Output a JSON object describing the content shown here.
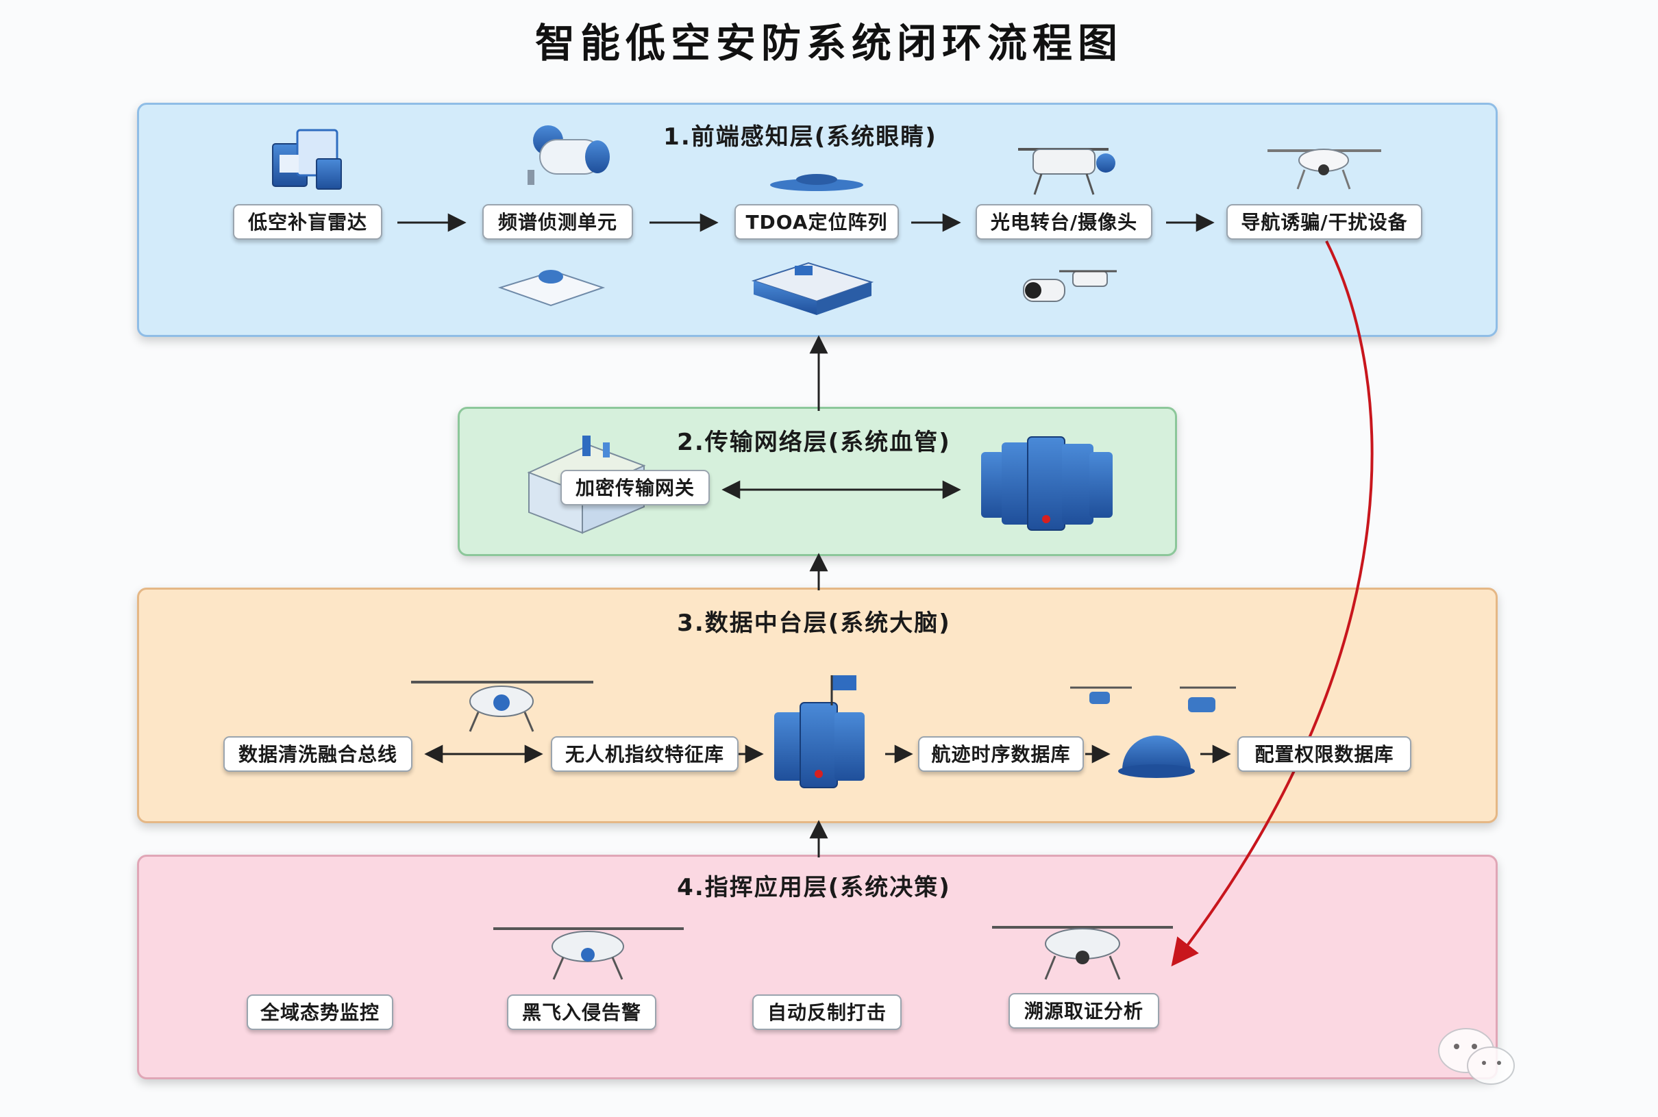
{
  "title": "智能低空安防系统闭环流程图",
  "layers": [
    {
      "title": "1.前端感知层(系统眼睛)",
      "nodes": [
        "低空补盲雷达",
        "频谱侦测单元",
        "TDOA定位阵列",
        "光电转台/摄像头",
        "导航诱骗/干扰设备"
      ]
    },
    {
      "title": "2.传输网络层(系统血管)",
      "nodes": [
        "加密传输网关"
      ]
    },
    {
      "title": "3.数据中台层(系统大脑)",
      "nodes": [
        "数据清洗融合总线",
        "无人机指纹特征库",
        "航迹时序数据库",
        "配置权限数据库"
      ]
    },
    {
      "title": "4.指挥应用层(系统决策)",
      "nodes": [
        "全域态势监控",
        "黑飞入侵告警",
        "自动反制打击",
        "溯源取证分析"
      ]
    }
  ],
  "colors": {
    "layer1": "#d3ebfa",
    "layer2": "#d6f0dc",
    "layer3": "#fde6c7",
    "layer4": "#fbd8e2",
    "feedback_arrow": "#c8161d",
    "icon_blue": "#2f6cc0"
  },
  "icons": [
    "radar-panel-icon",
    "spectrum-sensor-icon",
    "tdoa-antenna-icon",
    "camera-drone-icon",
    "jammer-drone-icon",
    "gateway-box-icon",
    "server-rack-icon",
    "drone-icon",
    "radome-icon",
    "wechat-logo-icon"
  ]
}
